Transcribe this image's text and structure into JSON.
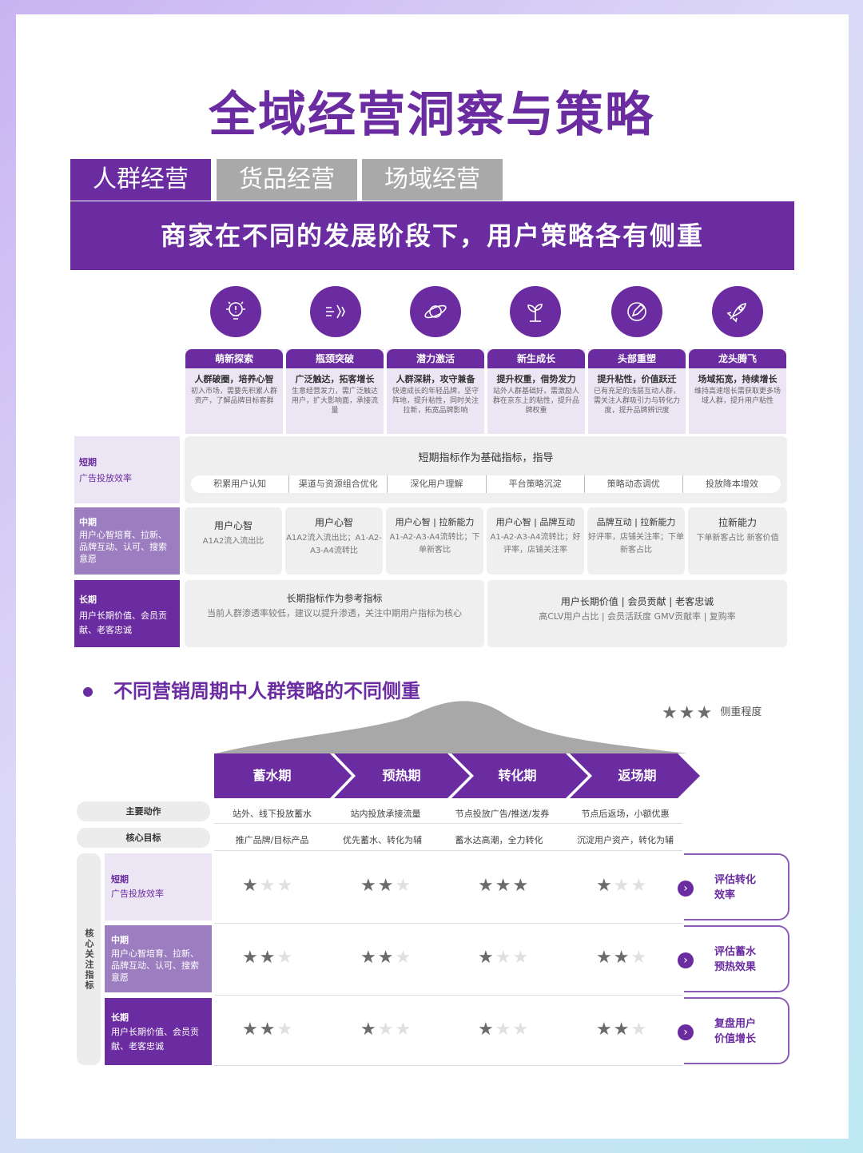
{
  "title": "全域经营洞察与策略",
  "tabs": [
    {
      "label": "人群经营",
      "active": true
    },
    {
      "label": "货品经营",
      "active": false
    },
    {
      "label": "场域经营",
      "active": false
    }
  ],
  "banner": "商家在不同的发展阶段下，用户策略各有侧重",
  "stages": [
    {
      "icon": "lightbulb-icon",
      "name": "萌新探索",
      "sub": "人群破圈，培养心智",
      "desc": "初入市场，需要先积累人群资产，了解品牌目标客群"
    },
    {
      "icon": "breakthrough-icon",
      "name": "瓶颈突破",
      "sub": "广泛触达，拓客增长",
      "desc": "生意经营发力，需广泛触达用户，扩大影响面，承接流量"
    },
    {
      "icon": "planet-icon",
      "name": "潜力激活",
      "sub": "人群深耕，攻守兼备",
      "desc": "快速成长的年轻品牌，坚守阵地，提升粘性，同时关注拉新，拓宽品牌影响"
    },
    {
      "icon": "sprout-icon",
      "name": "新生成长",
      "sub": "提升权重，借势发力",
      "desc": "站外人群基础好，需激励人群在京东上的粘性，提升品牌权重"
    },
    {
      "icon": "pen-icon",
      "name": "头部重塑",
      "sub": "提升粘性，价值跃迁",
      "desc": "已有充足的浅层互动人群，需关注人群吸引力与转化力度，提升品牌辨识度"
    },
    {
      "icon": "rocket-icon",
      "name": "龙头腾飞",
      "sub": "场域拓宽，持续增长",
      "desc": "维持高速增长需获取更多场域人群，提升用户粘性"
    }
  ],
  "rows": {
    "short": {
      "h": "短期",
      "d": "广告投放效率"
    },
    "mid": {
      "h": "中期",
      "d": "用户心智培育、拉新、品牌互动、认可、搜索意愿"
    },
    "long": {
      "h": "长期",
      "d": "用户长期价值、会员贡献、老客忠诚"
    }
  },
  "short_box": {
    "title": "短期指标作为基础指标，指导",
    "items": [
      "积累用户认知",
      "渠道与资源组合优化",
      "深化用户理解",
      "平台策略沉淀",
      "策略动态调优",
      "投放降本增效"
    ]
  },
  "mid_cells": [
    {
      "t": "用户心智",
      "d": "A1A2流入流出比"
    },
    {
      "t": "用户心智",
      "d": "A1A2流入流出比；A1-A2-A3-A4流转比"
    },
    {
      "t": "用户心智 | 拉新能力",
      "d": "A1-A2-A3-A4流转比；下单新客比"
    },
    {
      "t": "用户心智 | 品牌互动",
      "d": "A1-A2-A3-A4流转比；好评率，店铺关注率"
    },
    {
      "t": "品牌互动 | 拉新能力",
      "d": "好评率，店铺关注率；下单新客占比"
    },
    {
      "t": "拉新能力",
      "d": "下单新客占比 新客价值"
    }
  ],
  "long_cells": [
    {
      "t": "长期指标作为参考指标",
      "d": "当前人群渗透率较低，建议以提升渗透，关注中期用户指标为核心"
    },
    {
      "t": "用户长期价值 | 会员贡献 | 老客忠诚",
      "d": "高CLV用户占比 | 会员活跃度 GMV贡献率 | 复购率"
    }
  ],
  "section2": {
    "title": "不同营销周期中人群策略的不同侧重",
    "legend_label": "侧重程度",
    "phases": [
      "蓄水期",
      "预热期",
      "转化期",
      "返场期"
    ],
    "actions_label": "主要动作",
    "actions": [
      "站外、线下投放蓄水",
      "站内投放承接流量",
      "节点投放广告/推送/发券",
      "节点后返场，小额优惠"
    ],
    "goals_label": "核心目标",
    "goals": [
      "推广品牌/目标产品",
      "优先蓄水、转化为辅",
      "蓄水达高潮，全力转化",
      "沉淀用户资产，转化为辅"
    ],
    "vertical_label": "核心关注指标",
    "levels": [
      {
        "h": "短期",
        "d": "广告投放效率",
        "stars": [
          1,
          2,
          3,
          1
        ],
        "result": "评估转化效率"
      },
      {
        "h": "中期",
        "d": "用户心智培育、拉新、品牌互动、认可、搜索意愿",
        "stars": [
          2,
          2,
          1,
          2
        ],
        "result": "评估蓄水预热效果"
      },
      {
        "h": "长期",
        "d": "用户长期价值、会员贡献、老客忠诚",
        "stars": [
          2,
          1,
          1,
          2
        ],
        "result": "复盘用户价值增长"
      }
    ]
  },
  "colors": {
    "primary": "#6a2ca0",
    "inactive_tab": "#a9a9a9",
    "light_purple": "#ece6f4"
  }
}
